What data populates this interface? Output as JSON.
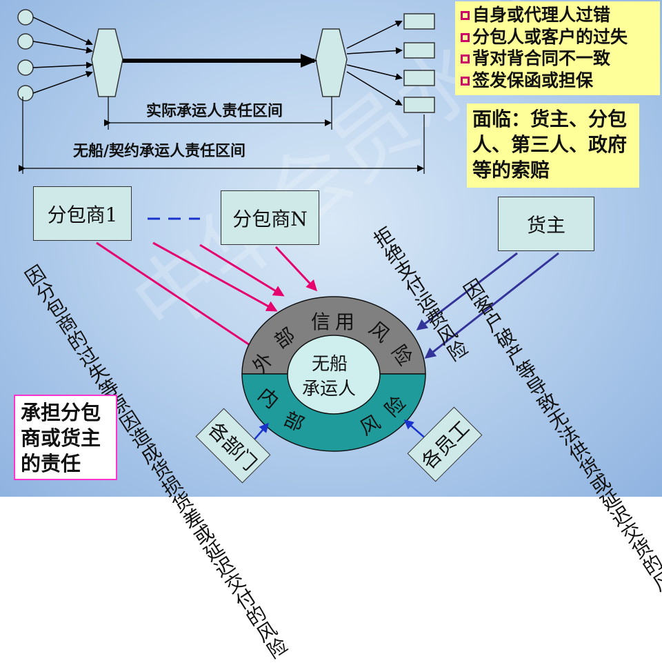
{
  "top_flow": {
    "actual_carrier_label": "实际承运人责任区间",
    "nvocc_label": "无船/契约承运人责任区间"
  },
  "risk_list": {
    "items": [
      "自身或代理人过错",
      "分包人或客户的过失",
      "背对背合同不一致",
      "签发保函或担保"
    ]
  },
  "claims_box": {
    "text": "面临：货主、分包人、第三人、政府等的索赔"
  },
  "boxes": {
    "sub1": "分包商1",
    "subN": "分包商N",
    "shipper": "货主"
  },
  "vertical_texts": {
    "refuse": "拒绝支付运费风险",
    "sub_delay": "因分包商的过失等原因造成货损货差或延迟交付的风险",
    "customer": "因客户破产等导致无法供货或延迟交货的风险"
  },
  "circle": {
    "center": "无船承运人",
    "outer_ring": [
      "外",
      "部",
      "信",
      "用",
      "风",
      "险"
    ],
    "inner_ring": [
      "内",
      "部",
      "风",
      "险"
    ]
  },
  "responsibility_box": {
    "text": "承担分包商或货主的责任"
  },
  "tilted_boxes": {
    "departments": "各部门",
    "employees": "各员工"
  },
  "watermark": "中华会员水印"
}
